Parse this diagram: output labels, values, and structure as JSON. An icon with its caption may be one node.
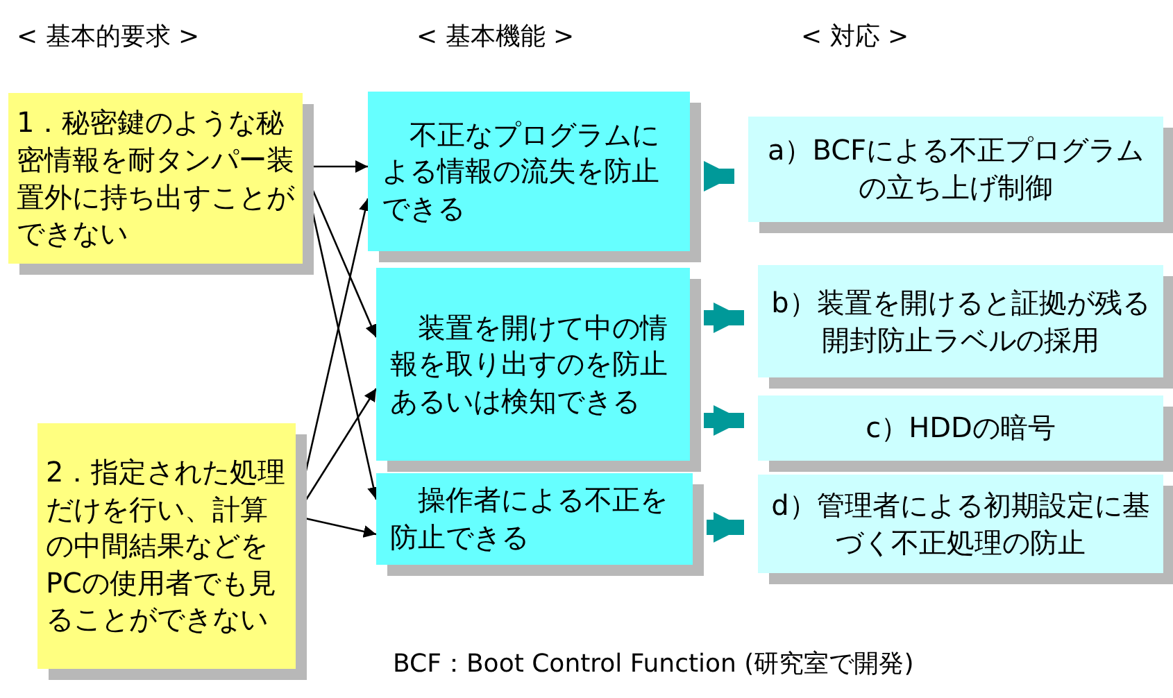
{
  "diagram": {
    "nodes": [
      {
        "text": [
          "1．秘密鍵のような秘密情報を耐タンパー装置外に持ち出すことができない"
        ]
      },
      {
        "text": [
          "2．指定された処理だけを行い、計算の中間結果などをPCの使用者でも見ることができない"
        ]
      },
      {
        "text": [
          "不正なプログラムによる情報の流失を防止できる"
        ]
      },
      {
        "text": [
          "装置を開けて中の情報を取り出すのを防止あるいは検知できる"
        ]
      },
      {
        "text": [
          "操作者による不正を防止できる"
        ]
      },
      {
        "text": [
          "a）BCFによる不正プログラムの立ち上げ制御"
        ]
      },
      {
        "text": [
          "b）装置を開けると証拠が残る開封防止ラベルの採用"
        ]
      },
      {
        "text": [
          "c）HDDの暗号"
        ]
      },
      {
        "text": [
          "d）管理者による初期設定に基づく不正処理の防止"
        ]
      }
    ],
    "edges": [
      {
        "from": 0,
        "to": 2,
        "arrow": "to"
      },
      {
        "from": 0,
        "to": 3,
        "arrow": "to"
      },
      {
        "from": 0,
        "to": 4,
        "arrow": "to"
      },
      {
        "from": 1,
        "to": 2,
        "arrow": "to"
      },
      {
        "from": 1,
        "to": 3,
        "arrow": "to"
      },
      {
        "from": 1,
        "to": 4,
        "arrow": "to"
      },
      {
        "from": 2,
        "to": 5,
        "arrow": "to",
        "style": "thick",
        "color": "#009999"
      },
      {
        "from": 3,
        "to": 6,
        "arrow": "to",
        "style": "thick",
        "color": "#009999"
      },
      {
        "from": 3,
        "to": 7,
        "arrow": "to",
        "style": "thick",
        "color": "#009999"
      },
      {
        "from": 4,
        "to": 8,
        "arrow": "to",
        "style": "thick",
        "color": "#009999"
      }
    ],
    "labels": [
      "< 基本的要求 >",
      "< 基本機能 >",
      "< 対応 >",
      "BCF：Boot Control Function (研究室で開発)"
    ]
  }
}
